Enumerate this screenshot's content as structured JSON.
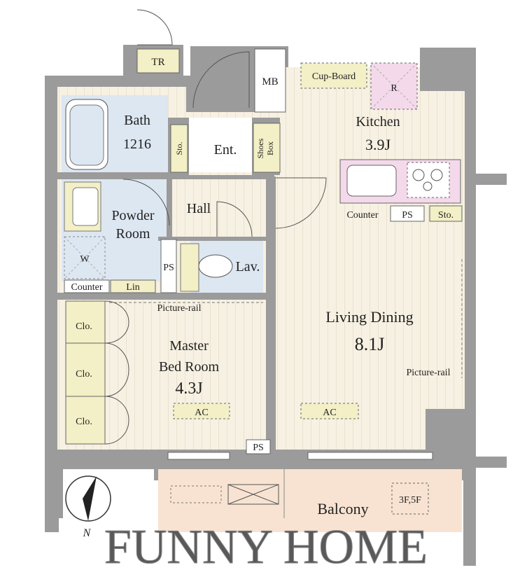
{
  "rooms": {
    "bath": {
      "name": "Bath",
      "size": "1216"
    },
    "powder": {
      "line1": "Powder",
      "line2": "Room"
    },
    "hall": "Hall",
    "entrance": "Ent.",
    "kitchen": {
      "name": "Kitchen",
      "size": "3.9J"
    },
    "living": {
      "name": "Living Dining",
      "size": "8.1J"
    },
    "master": {
      "line1": "Master",
      "line2": "Bed Room",
      "size": "4.3J"
    },
    "balcony": "Balcony"
  },
  "fixtures": {
    "tr": "TR",
    "mb": "MB",
    "cupboard": "Cup-Board",
    "refrigerator": "R",
    "storage_entry": "Sto.",
    "storage_living": "Sto.",
    "shoes_box": {
      "line1": "Shoes",
      "line2": "Box"
    },
    "kitchen_counter": "Counter",
    "ps_kitchen": "PS",
    "ps_lav": "PS",
    "ps_bottom": "PS",
    "lavatory": "Lav.",
    "washer": "W",
    "powder_counter": "Counter",
    "linen": "Lin",
    "closet_1": "Clo.",
    "closet_2": "Clo.",
    "closet_3": "Clo.",
    "picture_rail_bedroom": "Picture-rail",
    "picture_rail_living": "Picture-rail",
    "ac_bedroom": "AC",
    "ac_living": "AC",
    "floors": "3F,5F"
  },
  "compass": {
    "label": "N"
  },
  "watermark": "FUNNY HOME",
  "colors": {
    "wall": "#9b9b9b",
    "floor_wood": "#f7f1e3",
    "floor_wet": "#dde7f2",
    "kitchen_fixture": "#f4d9ea",
    "balcony": "#f8e3d2",
    "closet": "#f3efc6",
    "label_box": "#f3efc6",
    "watermark": "#b9b9b9"
  }
}
